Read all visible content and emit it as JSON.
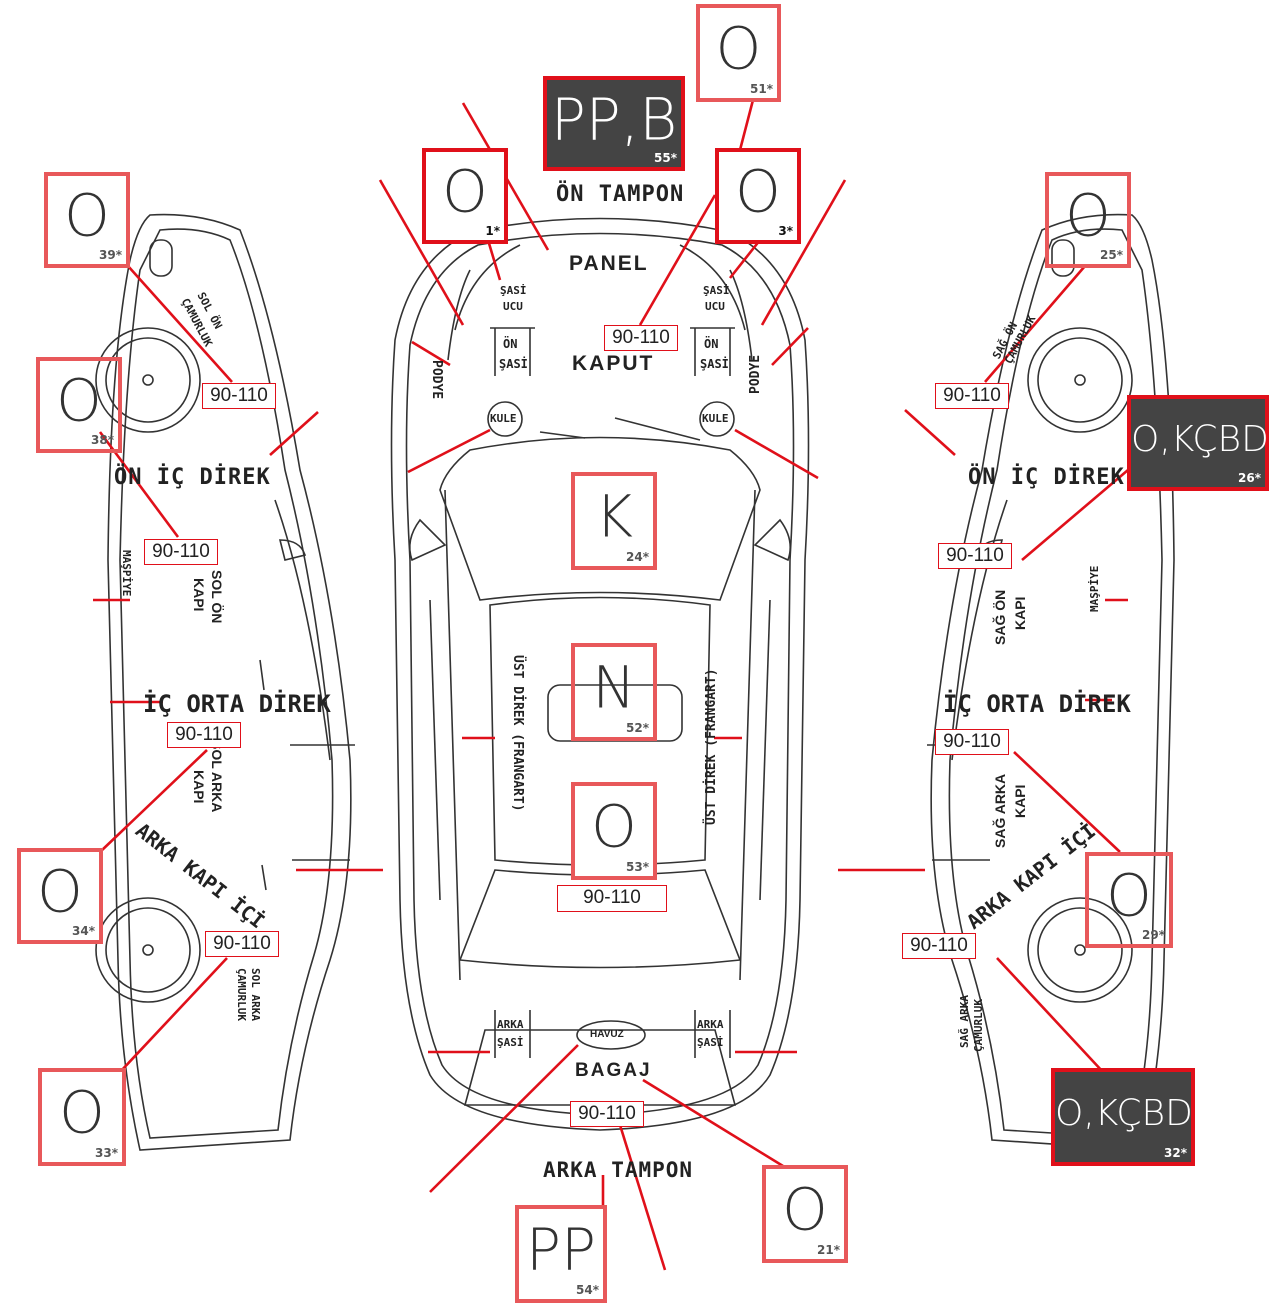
{
  "labels": {
    "on_tampon": "ÖN TAMPON",
    "panel": "PANEL",
    "kaput": "KAPUT",
    "sasi_ucu_sol_1": "ŞASİ",
    "sasi_ucu_sol_2": "UCU",
    "sasi_ucu_sag_1": "ŞASİ",
    "sasi_ucu_sag_2": "UCU",
    "on_sasi_sol_1": "ÖN",
    "on_sasi_sol_2": "ŞASİ",
    "on_sasi_sag_1": "ÖN",
    "on_sasi_sag_2": "ŞASİ",
    "podye_sol": "PODYE",
    "podye_sag": "PODYE",
    "kule_sol": "KULE",
    "kule_sag": "KULE",
    "ust_direk_sol": "ÜST DİREK (FRANGART)",
    "ust_direk_sag": "ÜST DİREK (FRANGART)",
    "arka_sasi_sol_1": "ARKA",
    "arka_sasi_sol_2": "ŞASİ",
    "arka_sasi_sag_1": "ARKA",
    "arka_sasi_sag_2": "ŞASİ",
    "havuz": "HAVUZ",
    "bagaj": "BAGAJ",
    "arka_tampon": "ARKA TAMPON",
    "sol_on_camurluk_1": "SOL ÖN",
    "sol_on_camurluk_2": "ÇAMURLUK",
    "on_ic_direk_sol": "ÖN İÇ DİREK",
    "maspiye_sol": "MAŞPİYE",
    "sol_on_kapi_1": "SOL ÖN",
    "sol_on_kapi_2": "KAPI",
    "ic_orta_direk_sol": "İÇ ORTA DİREK",
    "sol_arka_kapi_1": "SOL ARKA",
    "sol_arka_kapi_2": "KAPI",
    "arka_kapi_ici_sol": "ARKA KAPI İÇİ",
    "sol_arka_camurluk_1": "SOL ARKA",
    "sol_arka_camurluk_2": "ÇAMURLUK",
    "sag_on_camurluk_1": "SAĞ ÖN",
    "sag_on_camurluk_2": "ÇAMURLUK",
    "on_ic_direk_sag": "ÖN İÇ DİREK",
    "maspiye_sag": "MAŞPİYE",
    "sag_on_kapi_1": "SAĞ ÖN",
    "sag_on_kapi_2": "KAPI",
    "ic_orta_direk_sag": "İÇ ORTA DİREK",
    "sag_arka_kapi_1": "SAĞ ARKA",
    "sag_arka_kapi_2": "KAPI",
    "arka_kapi_ici_sag": "ARKA KAPI İÇİ",
    "sag_arka_camurluk_1": "SAĞ ARKA",
    "sag_arka_camurluk_2": "ÇAMURLUK"
  },
  "parts": {
    "p51": {
      "value": "O",
      "code": "51*"
    },
    "p55": {
      "value": "PP,B",
      "code": "55*"
    },
    "p1": {
      "value": "O",
      "code": "1*"
    },
    "p3": {
      "value": "O",
      "code": "3*"
    },
    "p39": {
      "value": "O",
      "code": "39*"
    },
    "p25": {
      "value": "O",
      "code": "25*"
    },
    "p38": {
      "value": "O",
      "code": "38*"
    },
    "p26": {
      "value": "O,KÇBD",
      "code": "26*"
    },
    "p24": {
      "value": "K",
      "code": "24*"
    },
    "p52": {
      "value": "N",
      "code": "52*"
    },
    "p53": {
      "value": "O",
      "code": "53*"
    },
    "p34": {
      "value": "O",
      "code": "34*"
    },
    "p29": {
      "value": "O",
      "code": "29*"
    },
    "p33": {
      "value": "O",
      "code": "33*"
    },
    "p32": {
      "value": "O,KÇBD",
      "code": "32*"
    },
    "p21": {
      "value": "O",
      "code": "21*"
    },
    "p54": {
      "value": "PP",
      "code": "54*"
    }
  },
  "ranges": {
    "kaput": "90-110",
    "sol_on_camurluk": "90-110",
    "sol_on_kapi": "90-110",
    "sol_arka_kapi": "90-110",
    "sol_arka_camurluk": "90-110",
    "sag_on_camurluk": "90-110",
    "sag_on_kapi": "90-110",
    "sag_arka_kapi": "90-110",
    "sag_arka_camurluk": "90-110",
    "tavan": "90-110",
    "bagaj": "90-110"
  },
  "colors": {
    "accent": "#e0101a",
    "box_border": "#e8585a",
    "dark_box": "#444444",
    "line_art": "#333333"
  }
}
